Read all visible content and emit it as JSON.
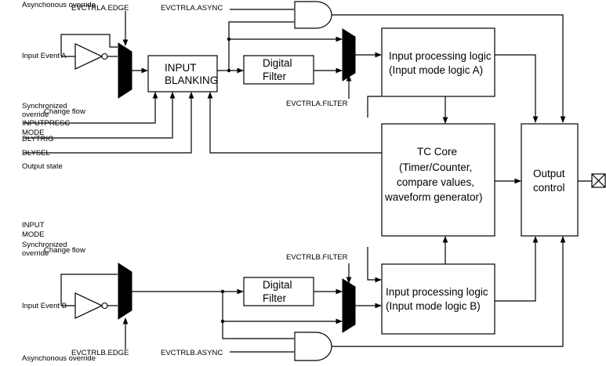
{
  "top_signals": {
    "async_override": "Asynchonous override",
    "edge": "EVCTRLA.EDGE",
    "async": "EVCTRLA.ASYNC",
    "input_event": "Input Event A",
    "filter": "EVCTRLA.FILTER",
    "sync_override": "Synchronized override",
    "change_flow": "Change flow",
    "inputpresc": "INPUTPRESC",
    "mode": "MODE",
    "dlytrig": "DLYTRIG",
    "dlysel": "DLYSEL",
    "output_state": "Output state"
  },
  "bottom_signals": {
    "input": "INPUT",
    "mode": "MODE",
    "sync_override": "Synchronized override",
    "change_flow": "Change flow",
    "filter": "EVCTRLB.FILTER",
    "input_event": "Input Event B",
    "edge": "EVCTRLB.EDGE",
    "async": "EVCTRLB.ASYNC",
    "async_override": "Asynchonous override"
  },
  "blocks": {
    "input_blanking": [
      "INPUT",
      "BLANKING"
    ],
    "digital_filter_a": [
      "Digital",
      "Filter"
    ],
    "digital_filter_b": [
      "Digital",
      "Filter"
    ],
    "ipl_a": [
      "Input processing logic",
      "(Input mode logic A)"
    ],
    "ipl_b": [
      "Input processing logic",
      "(Input mode logic B)"
    ],
    "tc_core": [
      "TC Core",
      "(Timer/Counter,",
      "compare values,",
      "waveform generator)"
    ],
    "output_control": [
      "Output",
      "control"
    ]
  }
}
